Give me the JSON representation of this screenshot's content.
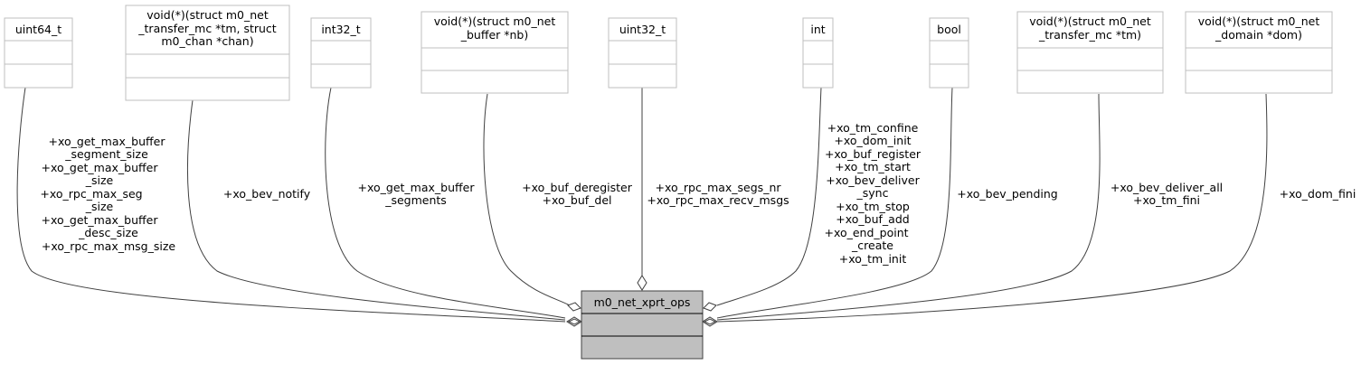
{
  "diagram": {
    "type": "collaboration",
    "main_class": {
      "name": "m0_net_xprt_ops",
      "fill": "#bfbfbf"
    },
    "types": [
      {
        "id": "t-uint64",
        "label_lines": [
          "uint64_t"
        ]
      },
      {
        "id": "t-cb-chan",
        "label_lines": [
          "void(*)(struct m0_net",
          "_transfer_mc *tm, struct",
          "m0_chan *chan)"
        ]
      },
      {
        "id": "t-int32",
        "label_lines": [
          "int32_t"
        ]
      },
      {
        "id": "t-cb-buffer",
        "label_lines": [
          "void(*)(struct m0_net",
          "_buffer *nb)"
        ]
      },
      {
        "id": "t-uint32",
        "label_lines": [
          "uint32_t"
        ]
      },
      {
        "id": "t-int",
        "label_lines": [
          "int"
        ]
      },
      {
        "id": "t-bool",
        "label_lines": [
          "bool"
        ]
      },
      {
        "id": "t-cb-tm",
        "label_lines": [
          "void(*)(struct m0_net",
          "_transfer_mc *tm)"
        ]
      },
      {
        "id": "t-cb-dom",
        "label_lines": [
          "void(*)(struct m0_net",
          "_domain *dom)"
        ]
      }
    ],
    "edges": [
      {
        "from": "t-uint64",
        "label_lines": [
          "+xo_get_max_buffer",
          "_segment_size",
          "+xo_get_max_buffer",
          "_size",
          "+xo_rpc_max_seg",
          "_size",
          "+xo_get_max_buffer",
          "_desc_size",
          "+xo_rpc_max_msg_size"
        ]
      },
      {
        "from": "t-cb-chan",
        "label_lines": [
          "+xo_bev_notify"
        ]
      },
      {
        "from": "t-int32",
        "label_lines": [
          "+xo_get_max_buffer",
          "_segments"
        ]
      },
      {
        "from": "t-cb-buffer",
        "label_lines": [
          "+xo_buf_deregister",
          "+xo_buf_del"
        ]
      },
      {
        "from": "t-uint32",
        "label_lines": [
          "+xo_rpc_max_segs_nr",
          "+xo_rpc_max_recv_msgs"
        ]
      },
      {
        "from": "t-int",
        "label_lines": [
          "+xo_tm_confine",
          "+xo_dom_init",
          "+xo_buf_register",
          "+xo_tm_start",
          "+xo_bev_deliver",
          "_sync",
          "+xo_tm_stop",
          "+xo_buf_add",
          "+xo_end_point",
          "_create",
          "+xo_tm_init"
        ]
      },
      {
        "from": "t-bool",
        "label_lines": [
          "+xo_bev_pending"
        ]
      },
      {
        "from": "t-cb-tm",
        "label_lines": [
          "+xo_bev_deliver_all",
          "+xo_tm_fini"
        ]
      },
      {
        "from": "t-cb-dom",
        "label_lines": [
          "+xo_dom_fini"
        ]
      }
    ]
  }
}
